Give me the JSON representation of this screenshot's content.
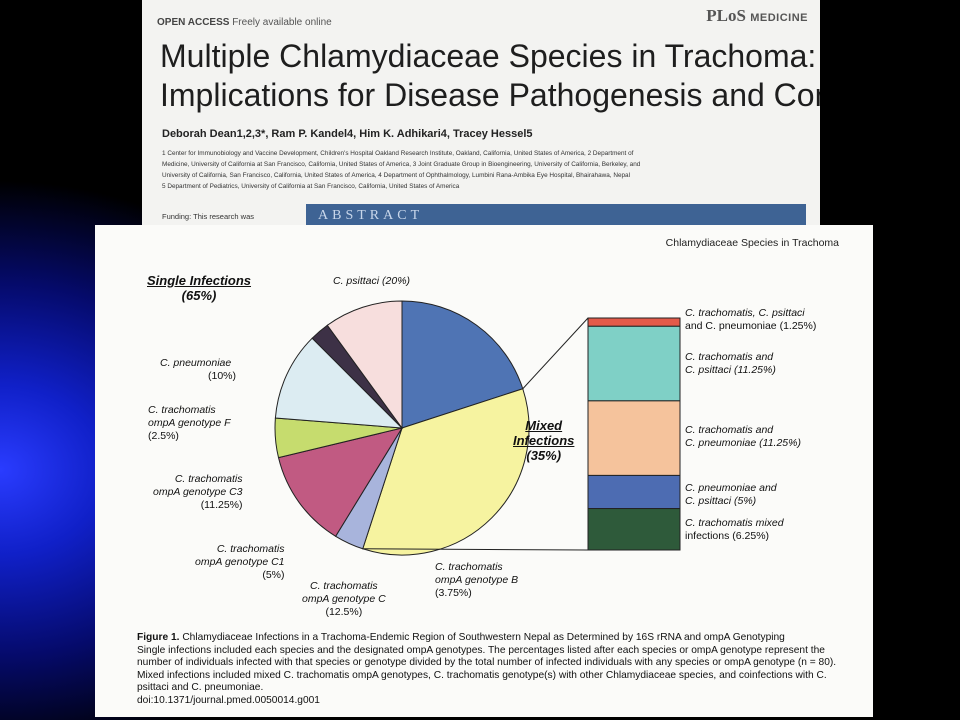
{
  "paper_header": {
    "open_access": "OPEN ACCESS",
    "freely_available": "Freely available online",
    "journal_logo": "PLoS",
    "journal_name": "MEDICINE",
    "title_line1": "Multiple Chlamydiaceae Species in Trachoma:",
    "title_line2": "Implications for Disease Pathogenesis and Control",
    "authors": "Deborah Dean1,2,3*, Ram P. Kandel4, Him K. Adhikari4, Tracey Hessel5",
    "affiliations": [
      "1 Center for Immunobiology and Vaccine Development, Children's Hospital Oakland Research Institute, Oakland, California, United States of America, 2 Department of",
      "Medicine, University of California at San Francisco, California, United States of America, 3 Joint Graduate Group in Bioengineering, University of California, Berkeley, and",
      "University of California, San Francisco, California, United States of America, 4 Department of Ophthalmology, Lumbini Rana-Ambika Eye Hospital, Bhairahawa, Nepal",
      "5 Department of Pediatrics, University of California at San Francisco, California, United States of America"
    ],
    "funding": "Funding: This research was",
    "abstract": "ABSTRACT"
  },
  "figure_page": {
    "running_head": "Chlamydiaceae Species in Trachoma",
    "single_title": "Single Infections",
    "single_pct": "(65%)",
    "mixed_title_1": "Mixed",
    "mixed_title_2": "Infections",
    "mixed_pct": "(35%)",
    "pie_labels": {
      "psittaci": "C. psittaci (20%)",
      "pneumoniae_1": "C. pneumoniae",
      "pneumoniae_2": "(10%)",
      "f_1": "C. trachomatis",
      "f_2": "ompA genotype F",
      "f_3": "(2.5%)",
      "c3_1": "C. trachomatis",
      "c3_2": "ompA genotype C3",
      "c3_3": "(11.25%)",
      "c1_1": "C. trachomatis",
      "c1_2": "ompA genotype C1",
      "c1_3": "(5%)",
      "c_1": "C. trachomatis",
      "c_2": "ompA genotype C",
      "c_3": "(12.5%)",
      "b_1": "C. trachomatis",
      "b_2": "ompA genotype B",
      "b_3": "(3.75%)"
    },
    "bar_labels": {
      "tpp_1": "C. trachomatis, C. psittaci",
      "tpp_2": "and C. pneumoniae (1.25%)",
      "tps_1": "C. trachomatis and",
      "tps_2": "C. psittaci (11.25%)",
      "tpn_1": "C. trachomatis and",
      "tpn_2": "C. pneumoniae (11.25%)",
      "pnps_1": "C. pneumoniae and",
      "pnps_2": "C. psittaci (5%)",
      "tmix_1": "C. trachomatis mixed",
      "tmix_2": "infections (6.25%)"
    },
    "caption": {
      "figure_label": "Figure 1.",
      "title": "Chlamydiaceae Infections in a Trachoma-Endemic Region of Southwestern Nepal as Determined by 16S rRNA and ompA Genotyping",
      "text": "Single infections included each species and the designated ompA genotypes. The percentages listed after each species or ompA genotype represent the number of individuals infected with that species or genotype divided by the total number of infected individuals with any species or ompA genotype (n = 80). Mixed infections included mixed C. trachomatis ompA genotypes, C. trachomatis genotype(s) with other Chlamydiaceae species, and coinfections with C. psittaci and C. pneumoniae.",
      "doi": "doi:10.1371/journal.pmed.0050014.g001"
    }
  },
  "chart_data": [
    {
      "type": "pie",
      "labels": [
        "C. psittaci",
        "Mixed Infections",
        "C. trachomatis ompA genotype B",
        "C. trachomatis ompA genotype C",
        "C. trachomatis ompA genotype C1",
        "C. trachomatis ompA genotype C3",
        "C. trachomatis ompA genotype F",
        "C. pneumoniae"
      ],
      "values": [
        20,
        35,
        3.75,
        12.5,
        5,
        11.25,
        2.5,
        10
      ],
      "colors": [
        "#4f74b4",
        "#f6f3a0",
        "#a8b4dc",
        "#c15a82",
        "#c6dc6e",
        "#dcecf2",
        "#3d3146",
        "#f7dedd"
      ],
      "start_angle_deg": 0,
      "direction": "clockwise"
    },
    {
      "type": "bar",
      "stacked": true,
      "title": "Mixed Infections (35%)",
      "categories": [
        "C. trachomatis, C. psittaci and C. pneumoniae",
        "C. trachomatis and C. psittaci",
        "C. trachomatis and C. pneumoniae",
        "C. pneumoniae and C. psittaci",
        "C. trachomatis mixed infections"
      ],
      "values": [
        1.25,
        11.25,
        11.25,
        5,
        6.25
      ],
      "colors": [
        "#e35a4a",
        "#7fd0c6",
        "#f5c39c",
        "#4d6cb2",
        "#2e5a3a"
      ]
    }
  ]
}
